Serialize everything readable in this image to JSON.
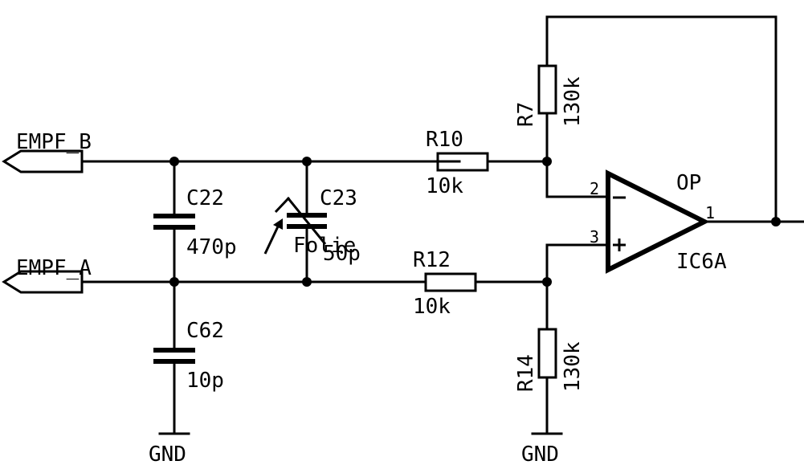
{
  "ports": {
    "empf_b": "EMPF_B",
    "empf_a": "EMPF_A"
  },
  "components": {
    "c22": {
      "ref": "C22",
      "value": "470p"
    },
    "c23": {
      "ref": "C23",
      "value": "50p",
      "extra": "Folie"
    },
    "c62": {
      "ref": "C62",
      "value": "10p"
    },
    "r10": {
      "ref": "R10",
      "value": "10k"
    },
    "r12": {
      "ref": "R12",
      "value": "10k"
    },
    "r7": {
      "ref": "R7",
      "value": "130k"
    },
    "r14": {
      "ref": "R14",
      "value": "130k"
    },
    "ic6a": {
      "ref": "IC6A",
      "type": "OP",
      "pins": {
        "in_minus": "2",
        "in_plus": "3",
        "out": "1"
      }
    }
  },
  "grounds": {
    "left": "GND",
    "right": "GND"
  }
}
